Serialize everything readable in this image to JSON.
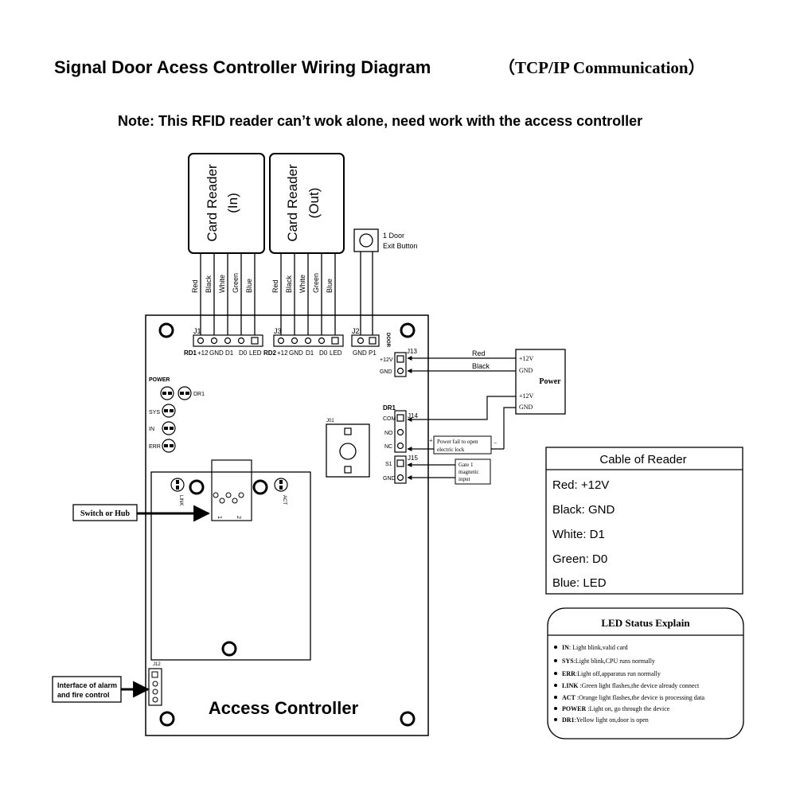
{
  "title": {
    "main": "Signal Door Acess Controller Wiring Diagram",
    "sub": "（TCP/IP Communication）"
  },
  "note": "Note: This RFID reader can’t wok alone, need work with the access controller",
  "readers": [
    {
      "line1": "Card Reader",
      "line2": "(In)"
    },
    {
      "line1": "Card Reader",
      "line2": "(Out)"
    }
  ],
  "wire_colors": [
    "Red",
    "Black",
    "White",
    "Green",
    "Blue"
  ],
  "exit_button": {
    "line1": "1 Door",
    "line2": "Exit Button"
  },
  "connectors": {
    "j1": "J1",
    "j3": "J3",
    "j2": "J2",
    "j13": "J13",
    "j14": "J14",
    "j15": "J15",
    "j12": "J12",
    "j01": "J01",
    "rd1_pins": [
      "RD1",
      "+12",
      "GND",
      "D1",
      "D0",
      "LED"
    ],
    "rd2_pins": [
      "RD2",
      "+12",
      "GND",
      "D1",
      "D0",
      "LED"
    ],
    "j2_pins": [
      "GND",
      "P1"
    ],
    "j2_tag": "DOOR",
    "j13_pins": [
      "+12V",
      "GND"
    ],
    "dr1": "DR1",
    "j14_pins": [
      "COM",
      "NO",
      "NC"
    ],
    "j15_pins": [
      "S1",
      "GND"
    ]
  },
  "indicators": {
    "power": "POWER",
    "dr1": "DR1",
    "sys": "SYS",
    "in": "IN",
    "err": "ERR",
    "link": "LINK",
    "act": "ACT"
  },
  "rj45_pins": {
    "left": "1",
    "right": "2"
  },
  "power_box": {
    "label": "Power",
    "top_12v": "+12V",
    "top_gnd": "GND",
    "bot_12v": "+12V",
    "bot_gnd": "GND"
  },
  "power_wires": {
    "red": "Red",
    "black": "Black"
  },
  "lock_note": {
    "plus": "+",
    "line1": "Power fail to open",
    "line2": "electric lock",
    "minus": "−"
  },
  "gate_note": {
    "line1": "Gate 1",
    "line2": "magnetic",
    "line3": "input"
  },
  "switch_label": "Switch or Hub",
  "alarm_label": {
    "line1": "Interface of alarm",
    "line2": "and fire control"
  },
  "controller_label": "Access Controller",
  "cable_table": {
    "header": "Cable of Reader",
    "rows": [
      "Red: +12V",
      "Black: GND",
      "White: D1",
      "Green: D0",
      "Blue: LED"
    ]
  },
  "led_status": {
    "title": "LED Status Explain",
    "items": [
      {
        "key": "IN",
        "text": ": Light blink,valid card"
      },
      {
        "key": "SYS",
        "text": ":Light blink,CPU runs normally"
      },
      {
        "key": "ERR",
        "text": ":Light off,apparatus run normally"
      },
      {
        "key": "LINK",
        "text": " :Green light flashes,the device already connect"
      },
      {
        "key": "ACT",
        "text": " :Orange light flashes,the device is processing data"
      },
      {
        "key": "POWER",
        "text": " :Light on, go through the device"
      },
      {
        "key": "DR1",
        "text": ":Yellow light on,door is open"
      }
    ]
  }
}
